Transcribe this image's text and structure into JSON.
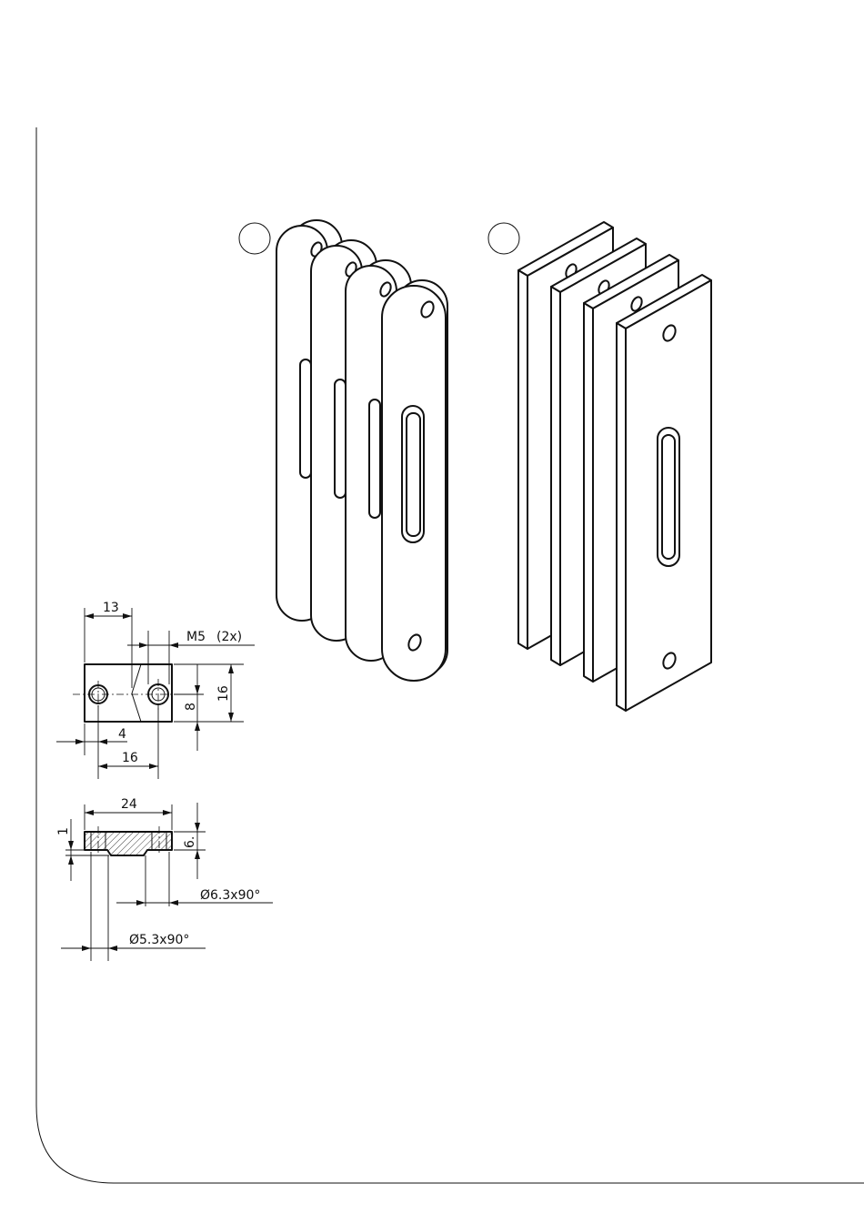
{
  "sheet": {
    "border_corner": "rounded-bottom-left",
    "line_color": "#111111",
    "background": "#ffffff"
  },
  "callouts": [
    {
      "id": "callout-1",
      "label": ""
    },
    {
      "id": "callout-2",
      "label": ""
    }
  ],
  "views": {
    "rounded_plates": {
      "plate_count": 4,
      "slot": "elongated"
    },
    "rectangular_plates": {
      "plate_count": 4,
      "slot": "elongated"
    }
  },
  "top_view": {
    "dim_13": "13",
    "thread": "M5",
    "thread_count": "(2x)",
    "dim_8": "8",
    "dim_16_vertical": "16",
    "dim_4": "4",
    "dim_16_horizontal": "16"
  },
  "section_view": {
    "dim_24": "24",
    "dim_1": "1",
    "dim_6": "6.",
    "chamfer_large": "Ø6.3x90°",
    "chamfer_small": "Ø5.3x90°"
  }
}
